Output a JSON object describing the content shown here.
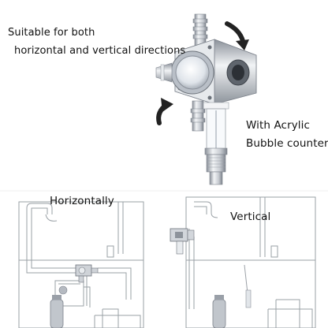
{
  "features": {
    "orientation_line1": "Suitable for both",
    "orientation_line2": "horizontal and vertical directions",
    "counter_line1": "With Acrylic",
    "counter_line2": "Bubble counter"
  },
  "diagrams": {
    "horizontal_label": "Horizontally",
    "vertical_label": "Vertical"
  },
  "colors": {
    "metal_light": "#eef0f2",
    "metal_mid": "#c8ccd2",
    "metal_dark": "#8a9099",
    "sketch_line": "#9aa0a6",
    "arrow": "#222222"
  }
}
